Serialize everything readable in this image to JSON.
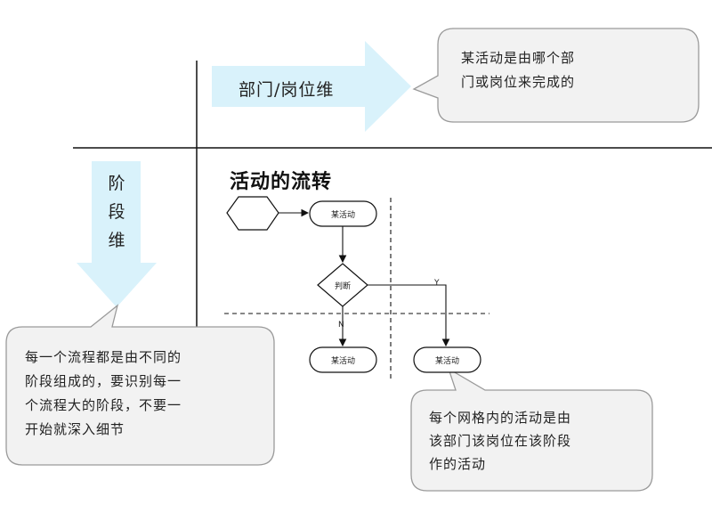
{
  "dimensions": {
    "horizontal_label": "部门/岗位维",
    "vertical_label": [
      "阶",
      "段",
      "维"
    ]
  },
  "diagram_title": "活动的流转",
  "callouts": {
    "top_right": [
      "某活动是由哪个部",
      "门或岗位来完成的"
    ],
    "bottom_left": [
      "每一个流程都是由不同的",
      "阶段组成的，要识别每一",
      "个流程大的阶段，不要一",
      "开始就深入细节"
    ],
    "bottom_right": [
      "每个网格内的活动是由",
      "该部门该岗位在该阶段",
      "作的活动"
    ]
  },
  "flow": {
    "activity_top": "某活动",
    "decision": "判断",
    "activity_bottom_left": "某活动",
    "activity_bottom_right": "某活动",
    "edge_yes": "Y",
    "edge_no": "N"
  },
  "colors": {
    "arrow_fill": "#d9f2fb",
    "callout_fill": "#f2f2f2",
    "callout_stroke": "#9a9a9a",
    "line": "#111111"
  }
}
